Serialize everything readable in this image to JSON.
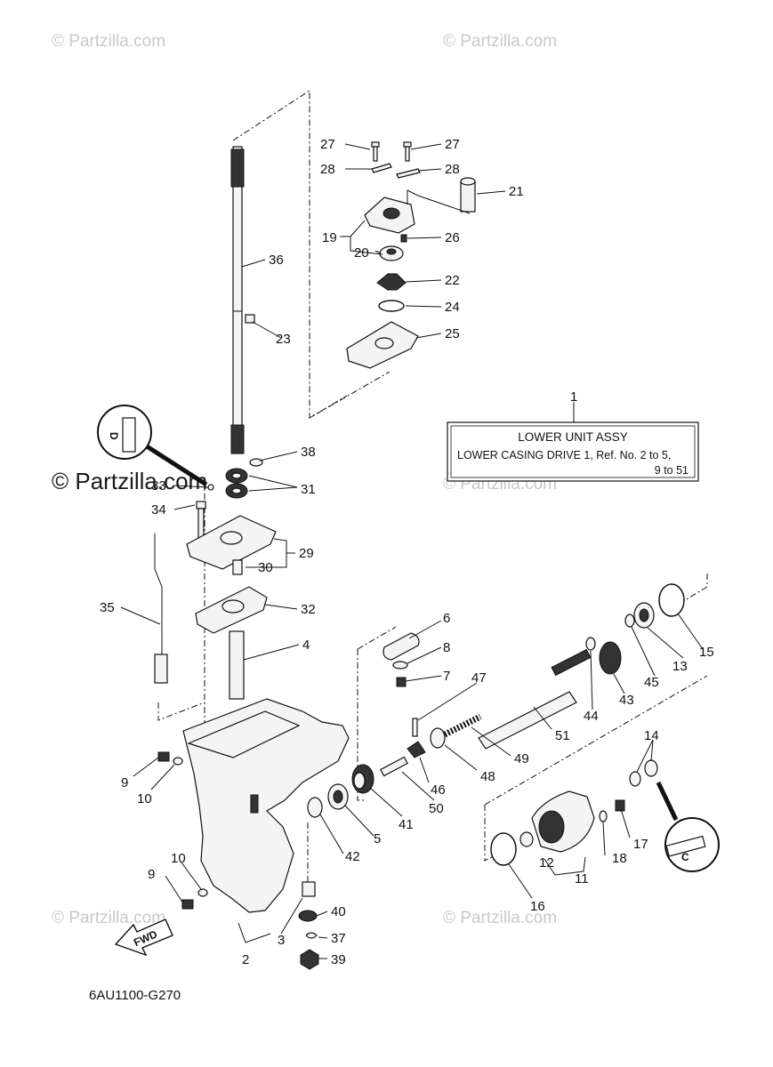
{
  "watermark": {
    "text": "© Partzilla.com"
  },
  "assembly_box": {
    "number": "1",
    "title": "LOWER UNIT ASSY",
    "line1": "LOWER CASING DRIVE 1,  Ref. No. 2 to 5,",
    "line2": "9 to 51"
  },
  "diagram_code": "6AU1100-G270",
  "fwd_label": "FWD",
  "lube_labels": {
    "upper": "D",
    "lower": "C"
  },
  "callouts": {
    "p2": "2",
    "p3": "3",
    "p4": "4",
    "p5": "5",
    "p6": "6",
    "p7": "7",
    "p8": "8",
    "p9a": "9",
    "p9b": "9",
    "p10a": "10",
    "p10b": "10",
    "p11": "11",
    "p12": "12",
    "p13": "13",
    "p14": "14",
    "p15": "15",
    "p16": "16",
    "p17": "17",
    "p18": "18",
    "p19": "19",
    "p20": "20",
    "p21": "21",
    "p22": "22",
    "p23": "23",
    "p24": "24",
    "p25": "25",
    "p26": "26",
    "p27a": "27",
    "p27b": "27",
    "p28a": "28",
    "p28b": "28",
    "p29": "29",
    "p30": "30",
    "p31": "31",
    "p32": "32",
    "p33": "33",
    "p34": "34",
    "p35": "35",
    "p36": "36",
    "p37": "37",
    "p38": "38",
    "p39": "39",
    "p40": "40",
    "p41": "41",
    "p42": "42",
    "p43": "43",
    "p44": "44",
    "p45": "45",
    "p46": "46",
    "p47": "47",
    "p48": "48",
    "p49": "49",
    "p50": "50",
    "p51": "51"
  }
}
